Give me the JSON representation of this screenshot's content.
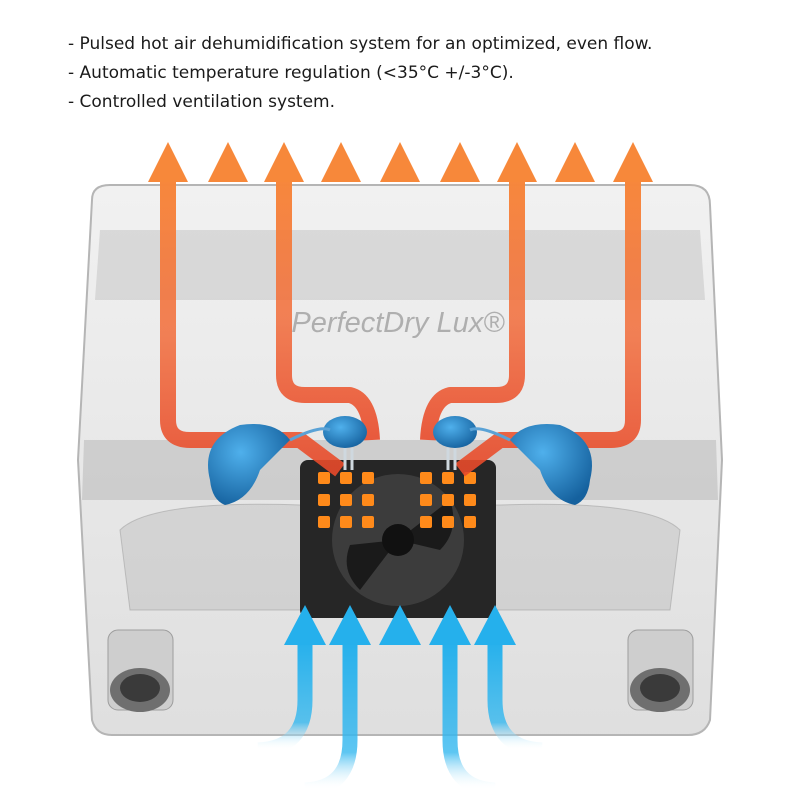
{
  "features": [
    "- Pulsed hot air dehumidification system for an optimized, even flow.",
    "- Automatic temperature regulation (<35°C +/-3°C).",
    "- Controlled ventilation system."
  ],
  "device": {
    "brand_logo": "PerfectDry Lux®"
  },
  "colors": {
    "hot_air": "#f7883a",
    "hot_air_deep": "#e8492a",
    "cool_air": "#25b0ec",
    "heater_grid": "#ff8a1a",
    "hearing_aid": "#1f78c2",
    "housing": "#d8d8d8"
  },
  "icons": {
    "hot_air_arrow": "arrow-up-icon",
    "cool_air_arrow": "arrow-up-icon"
  }
}
